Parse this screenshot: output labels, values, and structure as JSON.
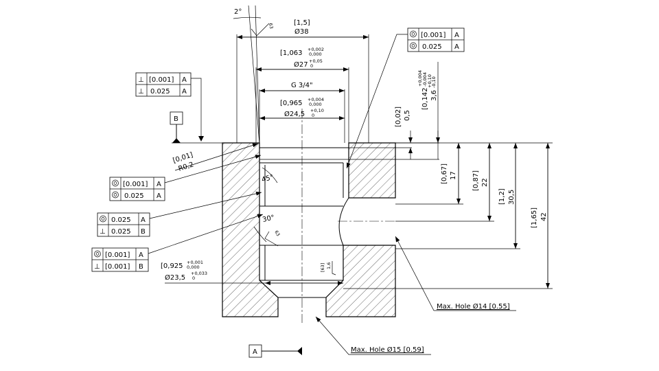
{
  "drawing": {
    "angle_top": "2°",
    "top_finish": "63",
    "dia38_inch": "[1,5]",
    "dia38_mm": "38",
    "dia27_inch": "[1,063",
    "dia27_inch_tol_up": "+0,002",
    "dia27_inch_tol_lo": "0,000",
    "dia27_mm": "27",
    "dia27_mm_tol_up": "+0,05",
    "dia27_mm_tol_lo": "0",
    "thread": "G 3/4\"",
    "dia24_inch": "[0,965",
    "dia24_inch_tol_up": "+0,004",
    "dia24_inch_tol_lo": "0,000",
    "dia24_mm": "24,5",
    "dia24_mm_tol_up": "+0,10",
    "dia24_mm_tol_lo": "0",
    "radius_inch": "[0,01]",
    "radius_mm": "R0,2",
    "angle45": "45°",
    "angle30": "30°",
    "mid_finish": "63",
    "bottom_finish_value": "[63]",
    "bottom_finish_mm": "1,6",
    "dia23_inch": "[0,925",
    "dia23_inch_tol_up": "+0,001",
    "dia23_inch_tol_lo": "0,000",
    "dia23_mm": "23,5",
    "dia23_mm_tol_up": "+0,033",
    "dia23_mm_tol_lo": "0",
    "d002_inch": "[0,02]",
    "d002_mm": "0,5",
    "d0142_inch": "[0,142",
    "d0142_inch_tol_up": "+0,004",
    "d0142_inch_tol_lo": "-0,004",
    "d0142_mm": "3,6",
    "d0142_mm_tol_up": "+0,10",
    "d0142_mm_tol_lo": "-0,10",
    "d067_inch": "[0,67]",
    "d067_mm": "17",
    "d087_inch": "[0,87]",
    "d087_mm": "22",
    "d12_inch": "[1,2]",
    "d12_mm": "30,5",
    "d165_inch": "[1,65]",
    "d165_mm": "42",
    "note_hole14": "Max. Hole Ø14 [0.55]",
    "note_hole15": "Max. Hole Ø15 [0.59]",
    "datum_a": "A",
    "datum_b": "B",
    "dia_symbol": "Ø"
  },
  "fcf": {
    "perp_top": [
      {
        "value": "[0.001]",
        "datum": "A"
      },
      {
        "value": "0.025",
        "datum": "A"
      }
    ],
    "conc_right": [
      {
        "value": "[0.001]",
        "datum": "A"
      },
      {
        "value": "0.025",
        "datum": "A"
      }
    ],
    "conc_left": [
      {
        "value": "[0.001]",
        "datum": "A"
      },
      {
        "value": "0.025",
        "datum": "A"
      }
    ],
    "mixed_mid": [
      {
        "value": "0.025",
        "datum": "A"
      },
      {
        "value": "0.025",
        "datum": "B"
      }
    ],
    "mixed_low": [
      {
        "value": "[0.001]",
        "datum": "A"
      },
      {
        "value": "[0.001]",
        "datum": "B"
      }
    ]
  }
}
